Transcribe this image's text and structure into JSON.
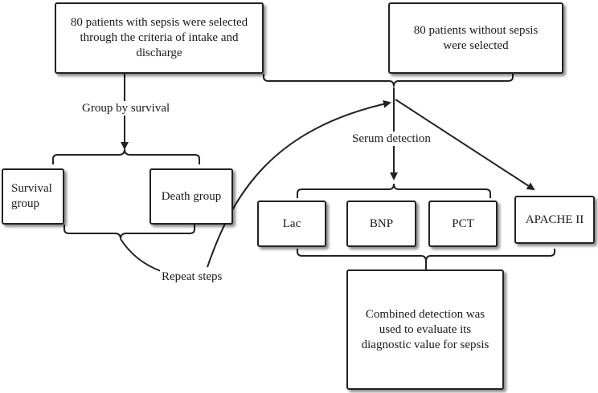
{
  "diagram": {
    "boxes": {
      "sepsis_selected": "80 patients with sepsis were selected through the criteria of intake and discharge",
      "non_sepsis_selected": "80 patients without sepsis were selected",
      "survival_group": "Survival group",
      "death_group": "Death group",
      "lac": "Lac",
      "bnp": "BNP",
      "pct": "PCT",
      "apache": "APACHE II",
      "combined": "Combined detection was used to evaluate its diagnostic value for sepsis"
    },
    "labels": {
      "group_by_survival": "Group by survival",
      "serum_detection": "Serum detection",
      "repeat_steps": "Repeat steps"
    }
  }
}
